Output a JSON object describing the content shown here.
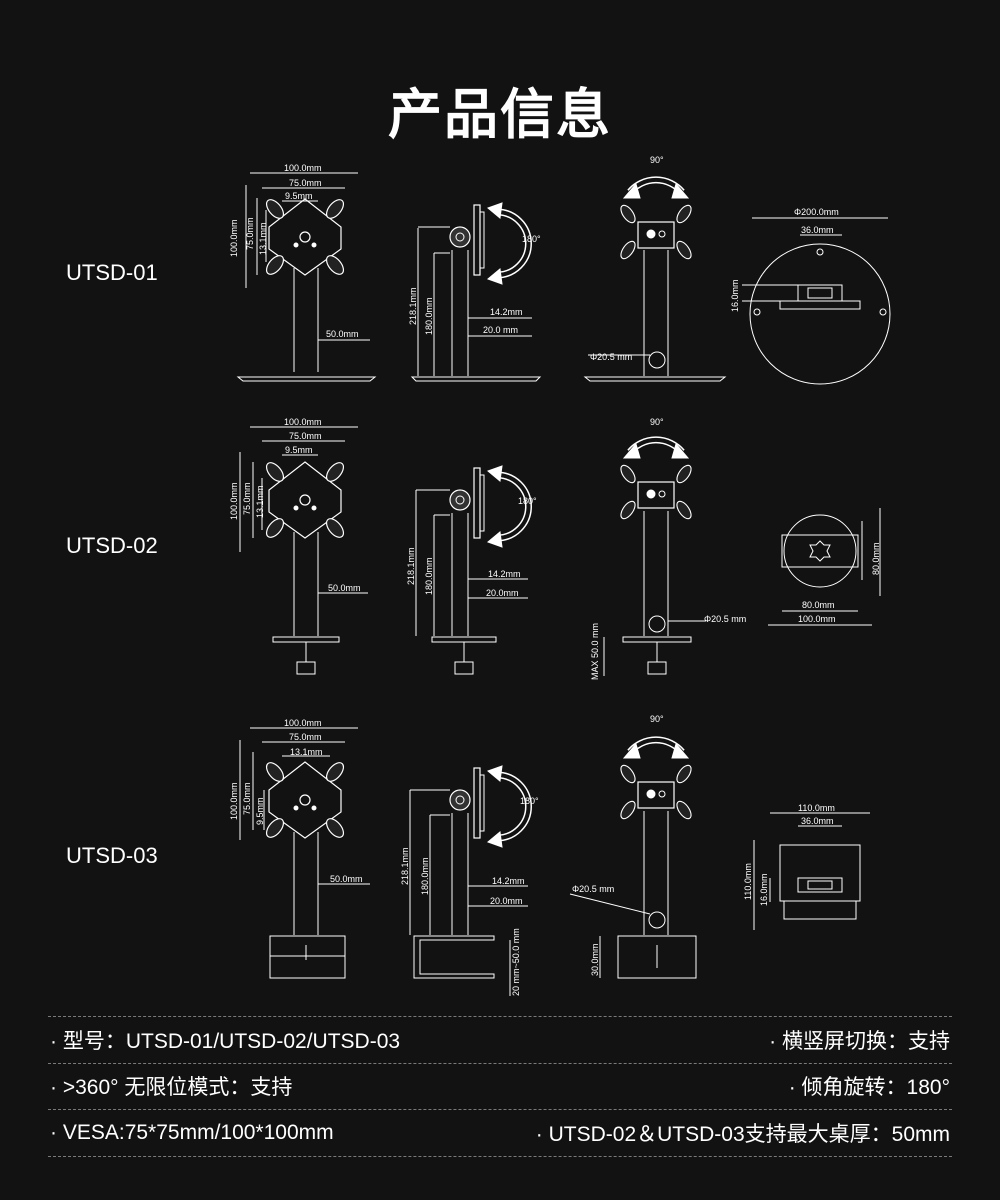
{
  "title": "产品信息",
  "models": [
    "UTSD-01",
    "UTSD-02",
    "UTSD-03"
  ],
  "dims": {
    "d100": "100.0mm",
    "d75": "75.0mm",
    "d95": "9.5mm",
    "d131": "13.1mm",
    "d50": "50.0mm",
    "d2181": "218.1mm",
    "d180": "180.0mm",
    "d142": "14.2mm",
    "d20mm": "20.0 mm",
    "d20": "20.0mm",
    "rot180": "180°",
    "rot90": "90°",
    "phi205": "Φ20.5 mm",
    "phi200": "Φ200.0mm",
    "d36": "36.0mm",
    "d16": "16.0mm",
    "d80": "80.0mm",
    "max50": "MAX 50.0 mm",
    "d110": "110.0mm",
    "d30": "30.0mm",
    "range": "20 mm~50.0 mm"
  },
  "specs": {
    "row1_left": "· 型号：UTSD-01/UTSD-02/UTSD-03",
    "row1_right": "· 横竖屏切换：支持",
    "row2_left": "· >360°  无限位模式：支持",
    "row2_right": "· 倾角旋转：180°",
    "row3_left": "· VESA:75*75mm/100*100mm",
    "row3_right": "· UTSD-02＆UTSD-03支持最大桌厚：50mm"
  }
}
